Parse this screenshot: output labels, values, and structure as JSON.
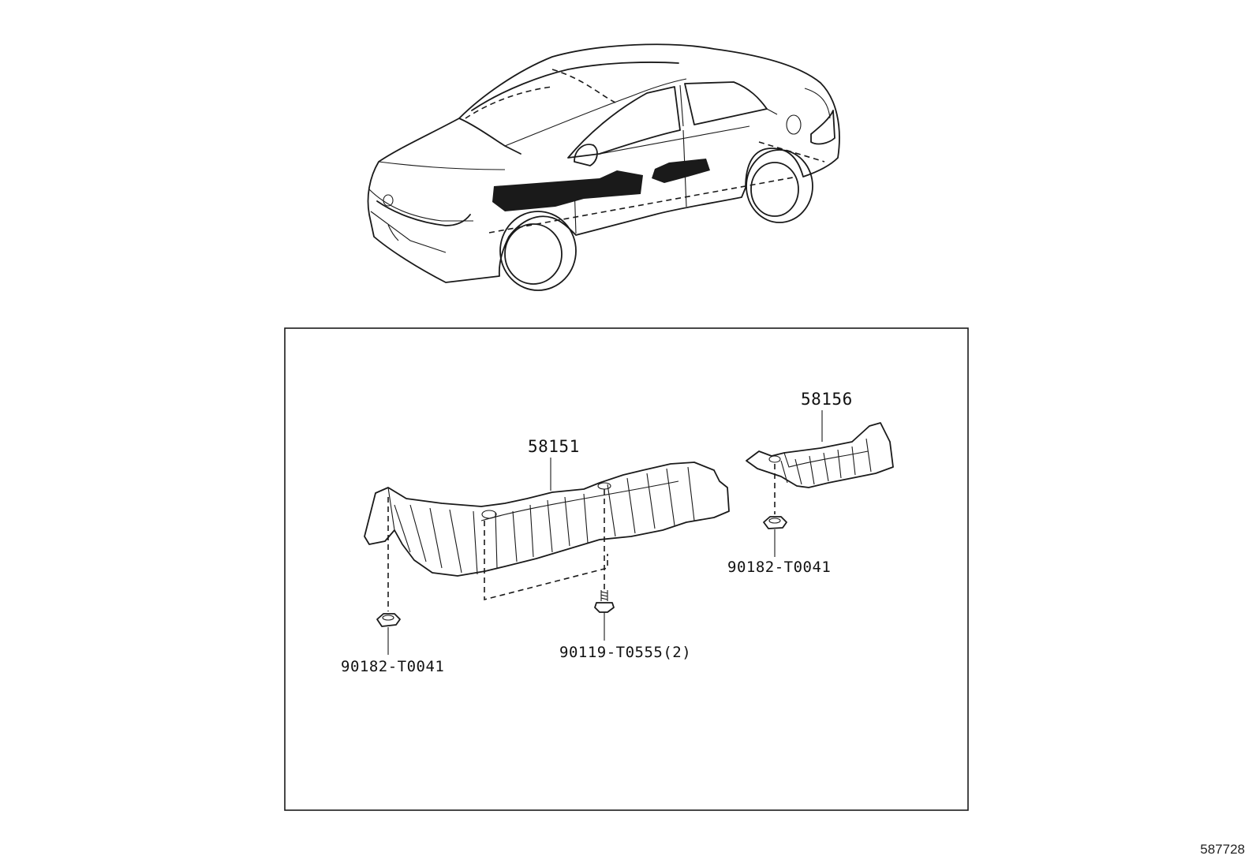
{
  "labels": {
    "part_58151": "58151",
    "part_58156": "58156",
    "clip_left": "90182-T0041",
    "clip_right": "90182-T0041",
    "bolt": "90119-T0555(2)"
  },
  "reference_number": "587728",
  "colors": {
    "line": "#1a1a1a",
    "background": "#ffffff"
  }
}
